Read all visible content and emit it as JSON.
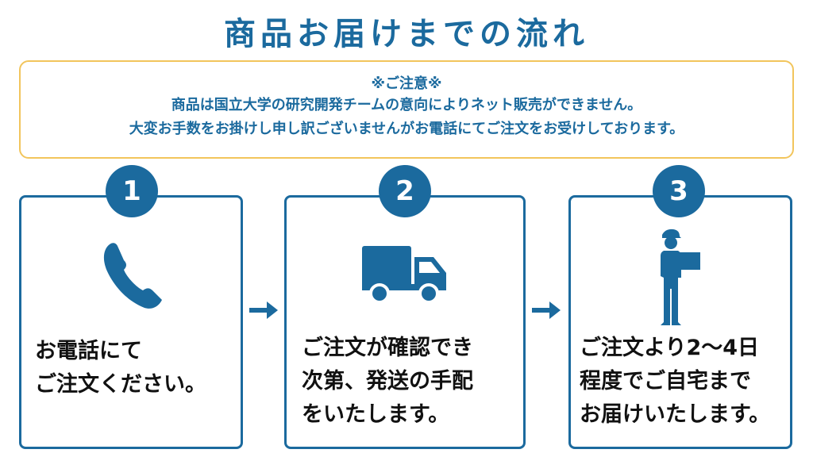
{
  "title": "商品お届けまでの流れ",
  "notice": {
    "heading": "※ご注意※",
    "lines": [
      "商品は国立大学の研究開発チームの意向によりネット販売ができません。",
      "大変お手数をお掛けし申し訳ございませんがお電話にてご注文をお受けしております。"
    ]
  },
  "steps": [
    {
      "number": "1",
      "icon": "phone-icon",
      "lines": [
        "お電話にて",
        "ご注文ください。"
      ]
    },
    {
      "number": "2",
      "icon": "truck-icon",
      "lines": [
        "ご注文が確認でき",
        "次第、発送の手配",
        "をいたします。"
      ]
    },
    {
      "number": "3",
      "icon": "delivery-person-icon",
      "lines": [
        "ご注文より2〜4日",
        "程度でご自宅まで",
        "お届けいたします。"
      ]
    }
  ],
  "colors": {
    "primary": "#1b6a9e",
    "notice_border": "#f2c55c",
    "text": "#111111"
  }
}
